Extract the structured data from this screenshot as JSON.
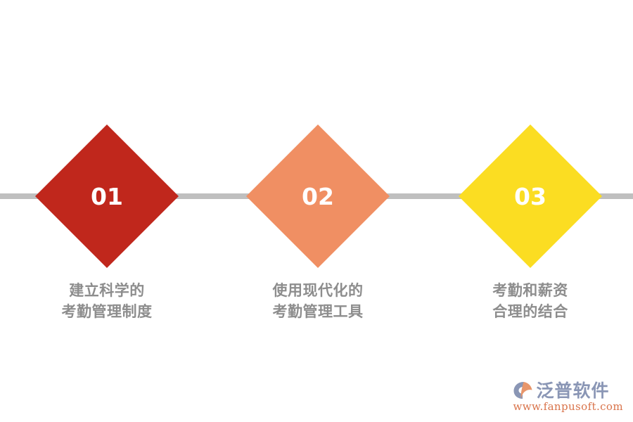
{
  "diagram": {
    "type": "process-steps",
    "orientation": "horizontal",
    "background_color": "#ffffff",
    "connector_color": "#bfbfbf",
    "caption_color": "#8d8d8d",
    "number_color": "#ffffff",
    "steps": [
      {
        "number": "01",
        "color": "#c0271c",
        "caption_line1": "建立科学的",
        "caption_line2": "考勤管理制度"
      },
      {
        "number": "02",
        "color": "#f08f63",
        "caption_line1": "使用现代化的",
        "caption_line2": "考勤管理工具"
      },
      {
        "number": "03",
        "color": "#fbdd22",
        "caption_line1": "考勤和薪资",
        "caption_line2": "合理的结合"
      }
    ]
  },
  "logo": {
    "mark_icon": "fanpu-swoosh-icon",
    "brand": "泛普软件",
    "url": "www.fanpusoft.com",
    "brand_color": "#8a96b5",
    "url_color": "#d9734a"
  }
}
